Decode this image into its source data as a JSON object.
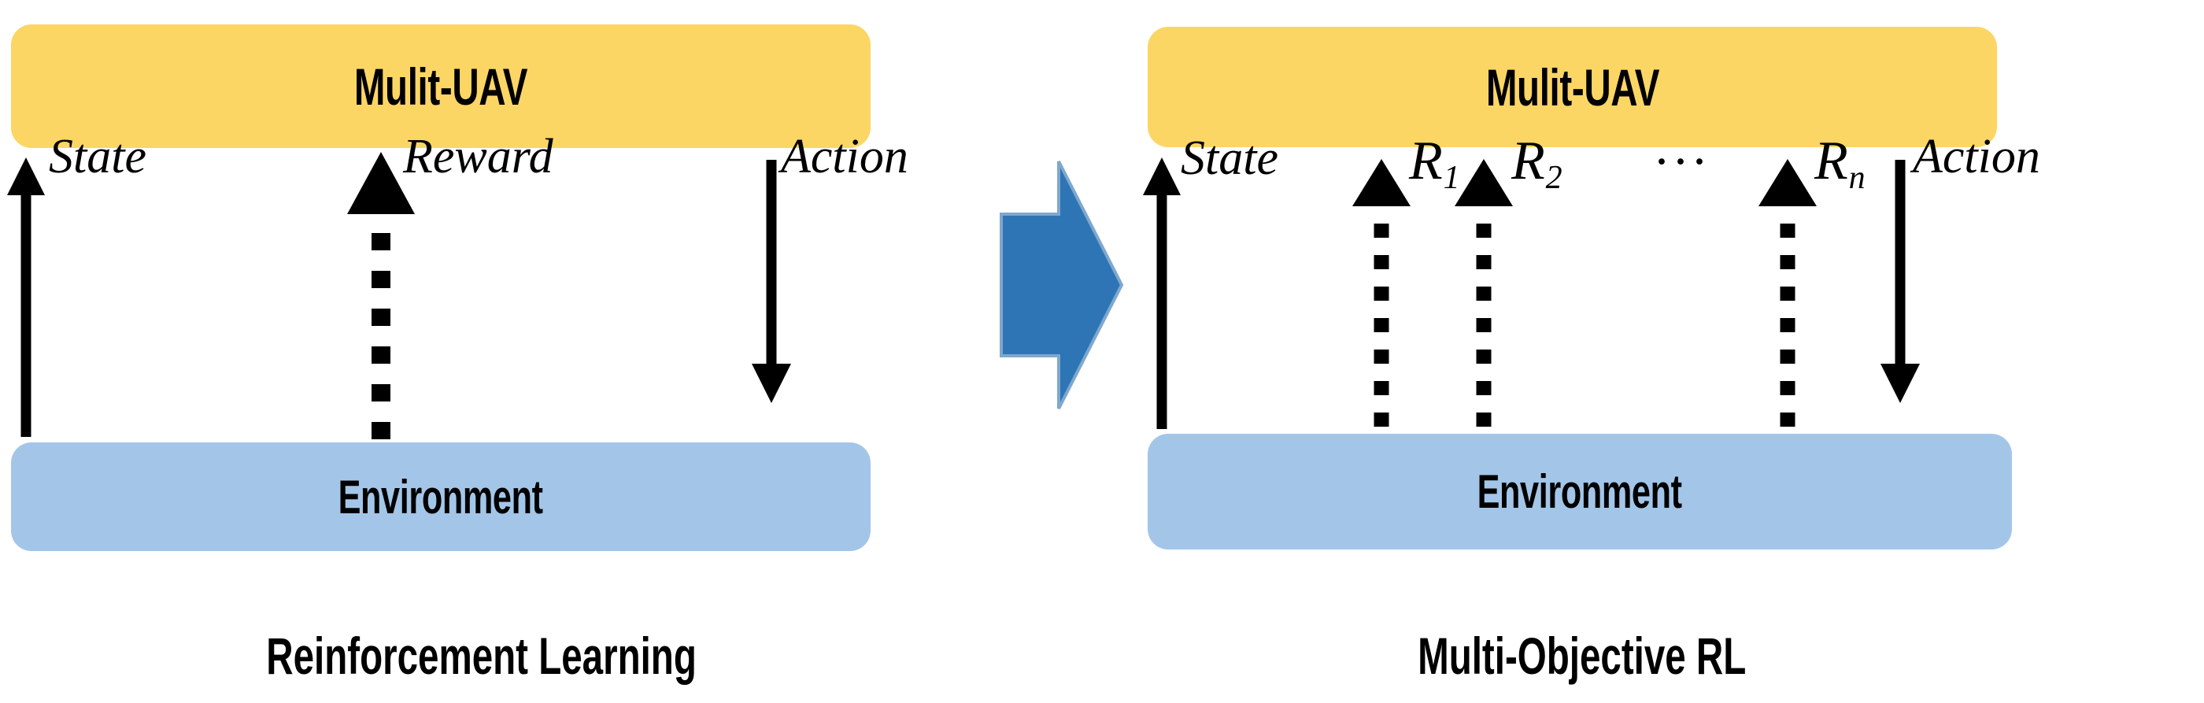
{
  "figure": {
    "background": "#ffffff",
    "colors": {
      "agent_box": "#FCD664",
      "env_box": "#A3C6E8",
      "transition_arrow": "#2E75B6",
      "line": "#000000"
    }
  },
  "left_panel": {
    "caption": "Reinforcement Learning",
    "agent_box_label": "Mulit-UAV",
    "env_box_label": "Environment",
    "edges": [
      {
        "label": "State",
        "style": "solid",
        "direction": "up"
      },
      {
        "label": "Reward",
        "style": "dashed",
        "direction": "up"
      },
      {
        "label": "Action",
        "style": "solid",
        "direction": "down"
      }
    ]
  },
  "transition": {
    "icon": "block-arrow-right-icon",
    "color": "#2E75B6"
  },
  "right_panel": {
    "caption": "Multi-Objective RL",
    "agent_box_label": "Mulit-UAV",
    "env_box_label": "Environment",
    "edges": [
      {
        "label": "State",
        "style": "solid",
        "direction": "up"
      },
      {
        "label": "R",
        "sub": "1",
        "style": "dashed",
        "direction": "up"
      },
      {
        "label": "R",
        "sub": "2",
        "style": "dashed",
        "direction": "up"
      },
      {
        "label": "R",
        "sub": "n",
        "style": "dashed",
        "direction": "up"
      },
      {
        "label": "Action",
        "style": "solid",
        "direction": "down"
      }
    ],
    "ellipsis": "···"
  }
}
